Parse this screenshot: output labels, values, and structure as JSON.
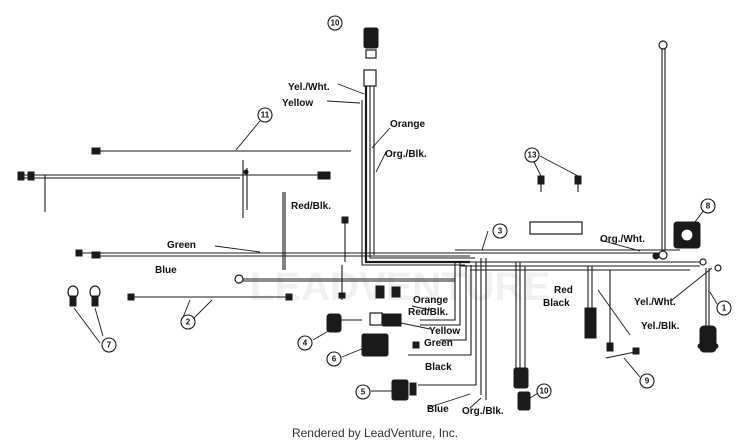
{
  "wire_labels": {
    "yel_wht_top": "Yel./Wht.",
    "yellow_top": "Yellow",
    "orange_top": "Orange",
    "org_blk_top": "Org./Blk.",
    "red_blk": "Red/Blk.",
    "green_left": "Green",
    "blue_left": "Blue",
    "org_wht": "Org./Wht.",
    "red": "Red",
    "black_right": "Black",
    "yel_wht_right": "Yel./Wht.",
    "yel_blk": "Yel./Blk.",
    "orange_mid": "Orange",
    "red_blk_mid": "Red/Blk.",
    "yellow_mid": "Yellow",
    "green_mid": "Green",
    "black_mid": "Black",
    "blue_bottom": "Blue",
    "org_blk_bottom": "Org./Blk."
  },
  "callouts": {
    "c1": "1",
    "c2": "2",
    "c3": "3",
    "c4": "4",
    "c5": "5",
    "c6": "6",
    "c7": "7",
    "c8": "8",
    "c9": "9",
    "c10a": "10",
    "c10b": "10",
    "c11": "11",
    "c13": "13"
  },
  "watermark": "LEADVENTURE",
  "footer": "Rendered by LeadVenture, Inc.",
  "colors": {
    "ink": "#1a1a1a",
    "background": "#ffffff"
  }
}
